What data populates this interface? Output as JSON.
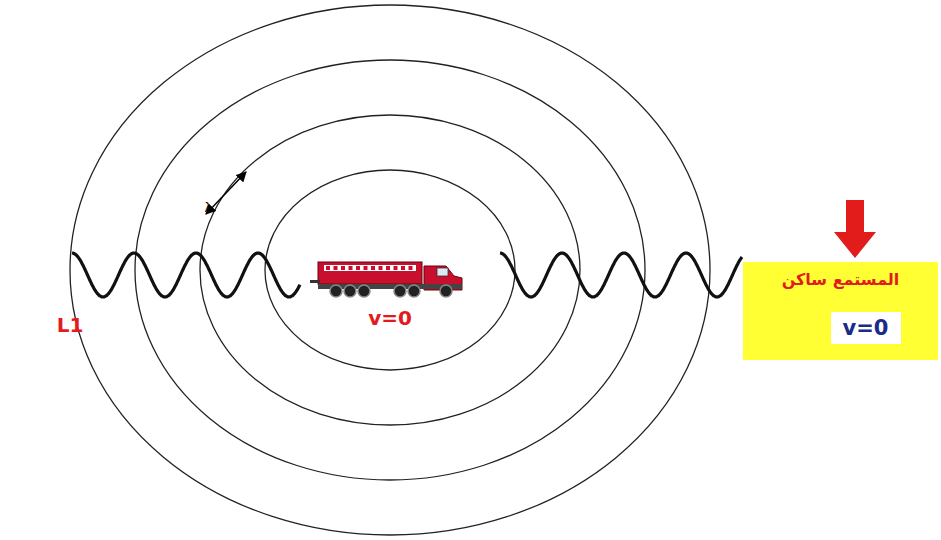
{
  "diagram": {
    "nodes": [
      {
        "text": [
          "المستمع ساكن"
        ]
      },
      {
        "text": [
          "v=0"
        ],
        "in": 0
      }
    ],
    "labels": [
      "λ",
      "v=0",
      "L1"
    ]
  }
}
